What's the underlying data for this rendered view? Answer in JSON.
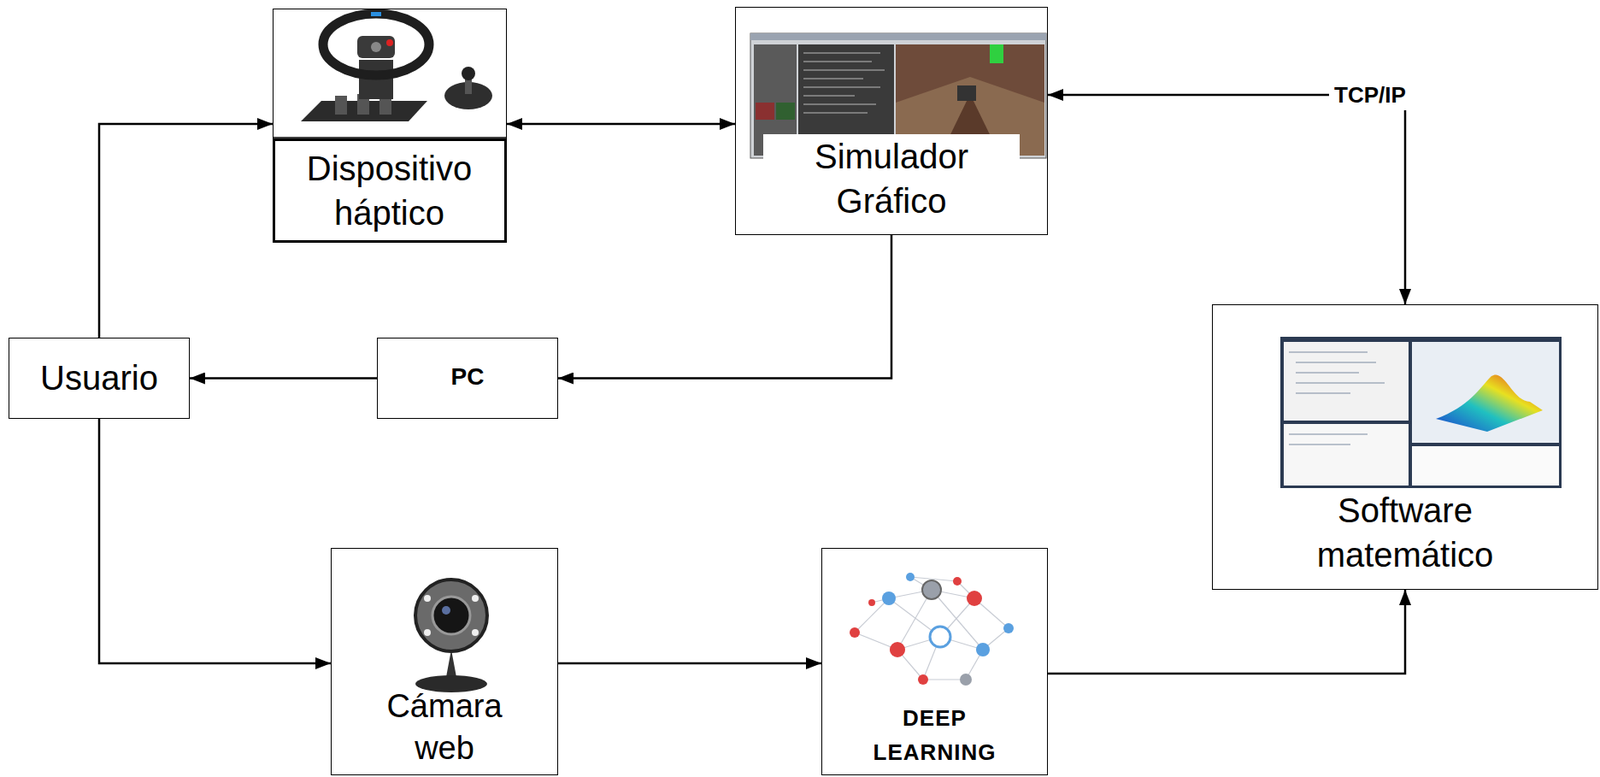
{
  "diagram": {
    "nodes": [
      {
        "text": [
          "Dispositivo háptico"
        ]
      },
      {
        "text": [
          "Simulador Gráfico"
        ]
      },
      {
        "text": [
          "Usuario"
        ]
      },
      {
        "text": [
          "PC"
        ]
      },
      {
        "text": [
          "Software matemático"
        ]
      },
      {
        "text": [
          "Cámara web"
        ]
      },
      {
        "text": [
          "DEEP LEARNING"
        ]
      }
    ],
    "edges": [
      {
        "from": 2,
        "to": 0,
        "arrow": "to"
      },
      {
        "from": 0,
        "to": 1,
        "arrow": "both"
      },
      {
        "from": 1,
        "to": 3,
        "arrow": "to"
      },
      {
        "from": 3,
        "to": 2,
        "arrow": "to"
      },
      {
        "from": 2,
        "to": 5,
        "arrow": "to"
      },
      {
        "from": 5,
        "to": 6,
        "arrow": "to"
      },
      {
        "from": 6,
        "to": 4,
        "arrow": "to"
      },
      {
        "from": 1,
        "to": 4,
        "label": "TCP/IP",
        "arrow": "both"
      }
    ]
  }
}
